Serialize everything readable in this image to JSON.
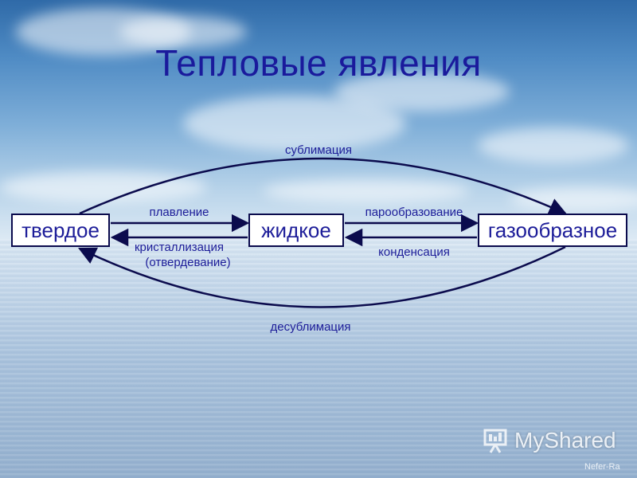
{
  "title": "Тепловые явления",
  "states": {
    "solid": "твердое",
    "liquid": "жидкое",
    "gas": "газообразное"
  },
  "transitions": {
    "sublimation": "сублимация",
    "melting": "плавление",
    "crystallization_line1": "кристаллизация",
    "crystallization_line2": "(отвердевание)",
    "vaporization": "парообразование",
    "condensation": "конденсация",
    "desublimation": "десублимация"
  },
  "watermark": {
    "logo_text": "MyShared",
    "credit": "Nefer-Ra"
  },
  "colors": {
    "title": "#1a1a9c",
    "label": "#1d1d99",
    "arrow": "#0b0b4d"
  }
}
